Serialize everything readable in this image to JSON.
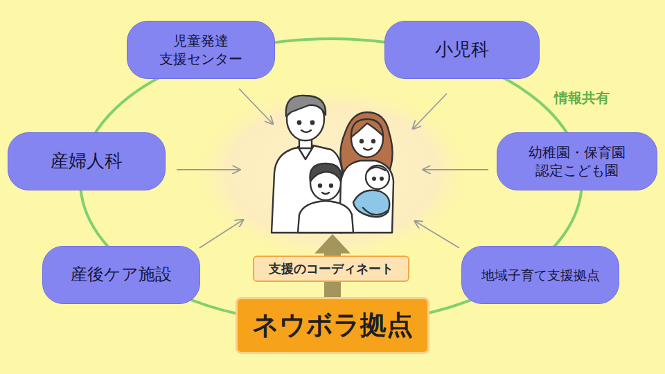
{
  "diagram": {
    "nodes": [
      {
        "text": [
          "児童発達 支援センター"
        ]
      },
      {
        "text": [
          "小児科"
        ]
      },
      {
        "text": [
          "産婦人科"
        ]
      },
      {
        "text": [
          "幼稚園・保育園 認定こども園"
        ]
      },
      {
        "text": [
          "産後ケア施設"
        ]
      },
      {
        "text": [
          "地域子育て支援拠点"
        ]
      },
      {
        "text": [
          "支援のコーディネート"
        ]
      },
      {
        "text": [
          "ネウボラ拠点"
        ]
      }
    ],
    "labels": [
      "情報共有"
    ]
  }
}
